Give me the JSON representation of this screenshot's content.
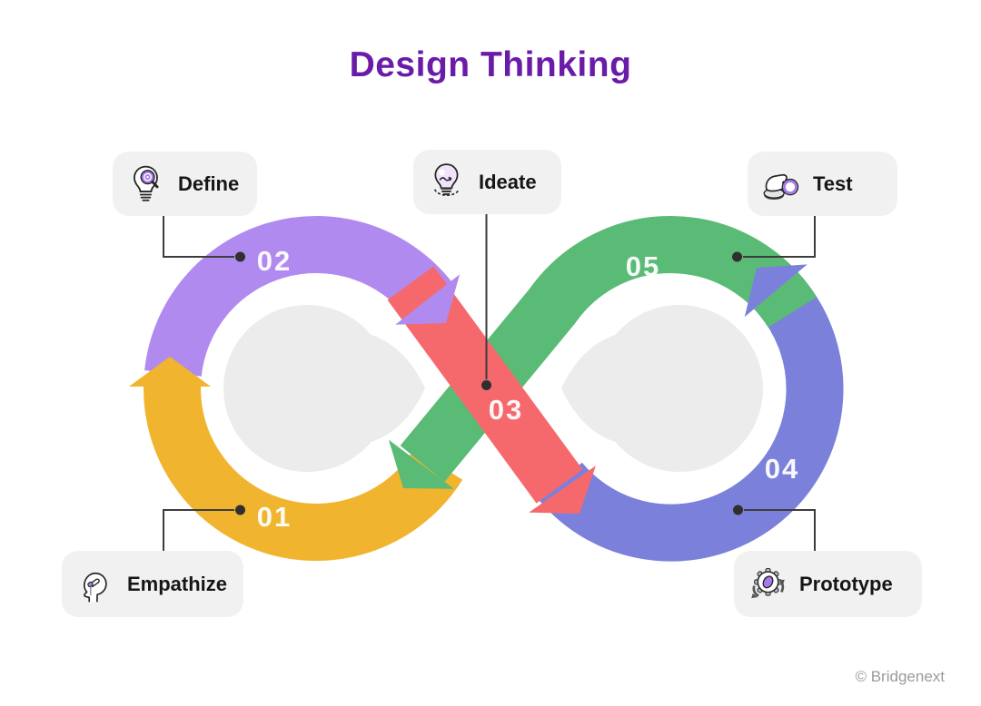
{
  "title": "Design Thinking",
  "footer": {
    "copyright": "© Bridgenext"
  },
  "colors": {
    "title_text": "#6A1BA8",
    "empathize_band": "#F0B42E",
    "define_band": "#B18AEF",
    "ideate_band": "#F5696D",
    "prototype_band": "#7B80DB",
    "test_band": "#5ABB76",
    "card_background": "#F1F1F1",
    "inner_teardrop": "#ECECEC",
    "connector_line": "#3D3D3D",
    "number_text": "#FFFFFF"
  },
  "stages": [
    {
      "number": "01",
      "label": "Empathize",
      "icon": "head-profile-hand-icon",
      "color": "#F0B42E"
    },
    {
      "number": "02",
      "label": "Define",
      "icon": "lightbulb-target-magnifier-icon",
      "color": "#B18AEF"
    },
    {
      "number": "03",
      "label": "Ideate",
      "icon": "lightbulb-idea-icon",
      "color": "#F5696D"
    },
    {
      "number": "04",
      "label": "Prototype",
      "icon": "gear-iteration-arrows-icon",
      "color": "#7B80DB"
    },
    {
      "number": "05",
      "label": "Test",
      "icon": "hand-magnifier-icon",
      "color": "#5ABB76"
    }
  ]
}
